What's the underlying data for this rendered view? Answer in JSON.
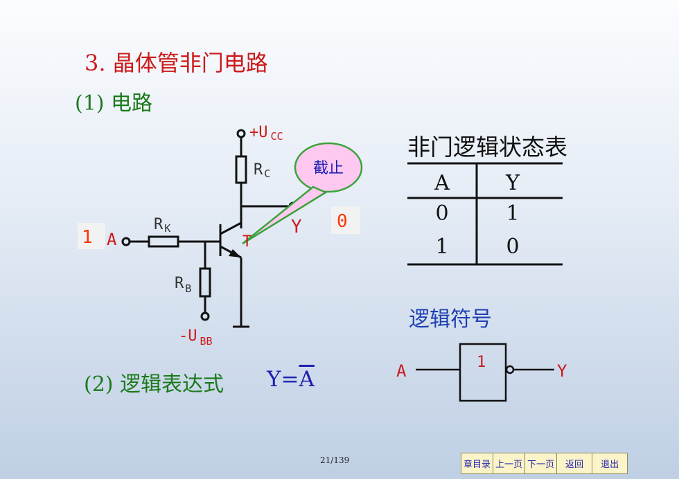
{
  "slide": {
    "title": "3. 晶体管非门电路",
    "section1": "(1) 电路",
    "section2": "(2) 逻辑表达式",
    "expression_prefix": "Y=",
    "expression_var": "A",
    "page": "21/139"
  },
  "circuit": {
    "vcc_prefix": "+U",
    "vcc_sub": "CC",
    "rc_main": "R",
    "rc_sub": "C",
    "rk_main": "R",
    "rk_sub": "K",
    "rb_main": "R",
    "rb_sub": "B",
    "ubb_prefix": "-U",
    "ubb_sub": "BB",
    "input_label": "A",
    "input_value": "1",
    "output_label": "Y",
    "output_value": "0",
    "transistor_label": "T",
    "callout_text": "截止",
    "callout_fill": "#ffc8f0",
    "callout_stroke": "#3aa33a"
  },
  "truth_table": {
    "title": "非门逻辑状态表",
    "headers": [
      "A",
      "Y"
    ],
    "rows": [
      [
        "0",
        "1"
      ],
      [
        "1",
        "0"
      ]
    ]
  },
  "logic_symbol": {
    "title": "逻辑符号",
    "input": "A",
    "output": "Y",
    "gate_label": "1"
  },
  "nav": {
    "contents": "章目录",
    "prev": "上一页",
    "next": "下一页",
    "back": "返回",
    "exit": "退出"
  }
}
